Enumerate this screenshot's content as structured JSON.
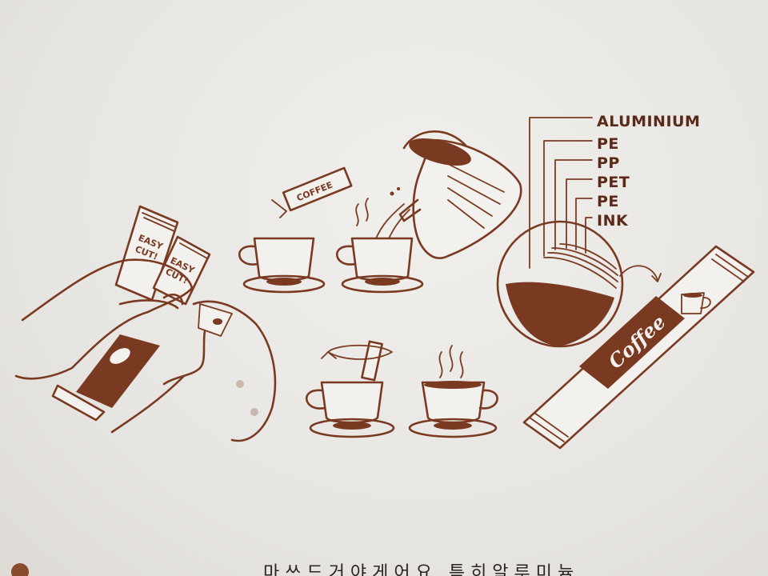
{
  "illustration": {
    "packet_labels": {
      "easy_cut": [
        "EASY",
        "CUT!"
      ],
      "coffee": "COFFEE"
    },
    "stick_text": "Coffee",
    "layers": [
      "ALUMINIUM",
      "PE",
      "PP",
      "PET",
      "PE",
      "INK"
    ],
    "colors": {
      "ink": "#7a3a22",
      "paper": "#f3f1ee"
    }
  },
  "footer": {
    "text": "… 마 쓰 드 거 야 게 어 요 . 특 히  알 루 미 늄"
  }
}
